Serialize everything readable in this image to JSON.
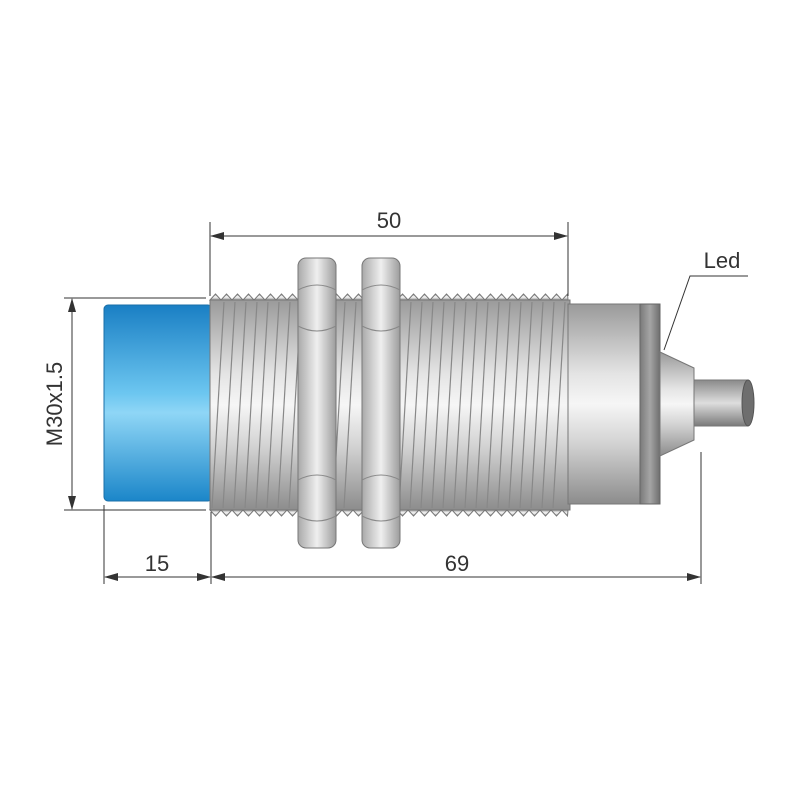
{
  "dimensions": {
    "thread_length": "50",
    "thread_size": "M30x1.5",
    "sensing_face_length": "15",
    "total_length": "69"
  },
  "labels": {
    "led": "Led"
  },
  "colors": {
    "sensing_face": "#2aa3dd",
    "housing": "#c8c8c8",
    "dimension_line": "#333333",
    "led_ring": "#8a8a8a"
  }
}
